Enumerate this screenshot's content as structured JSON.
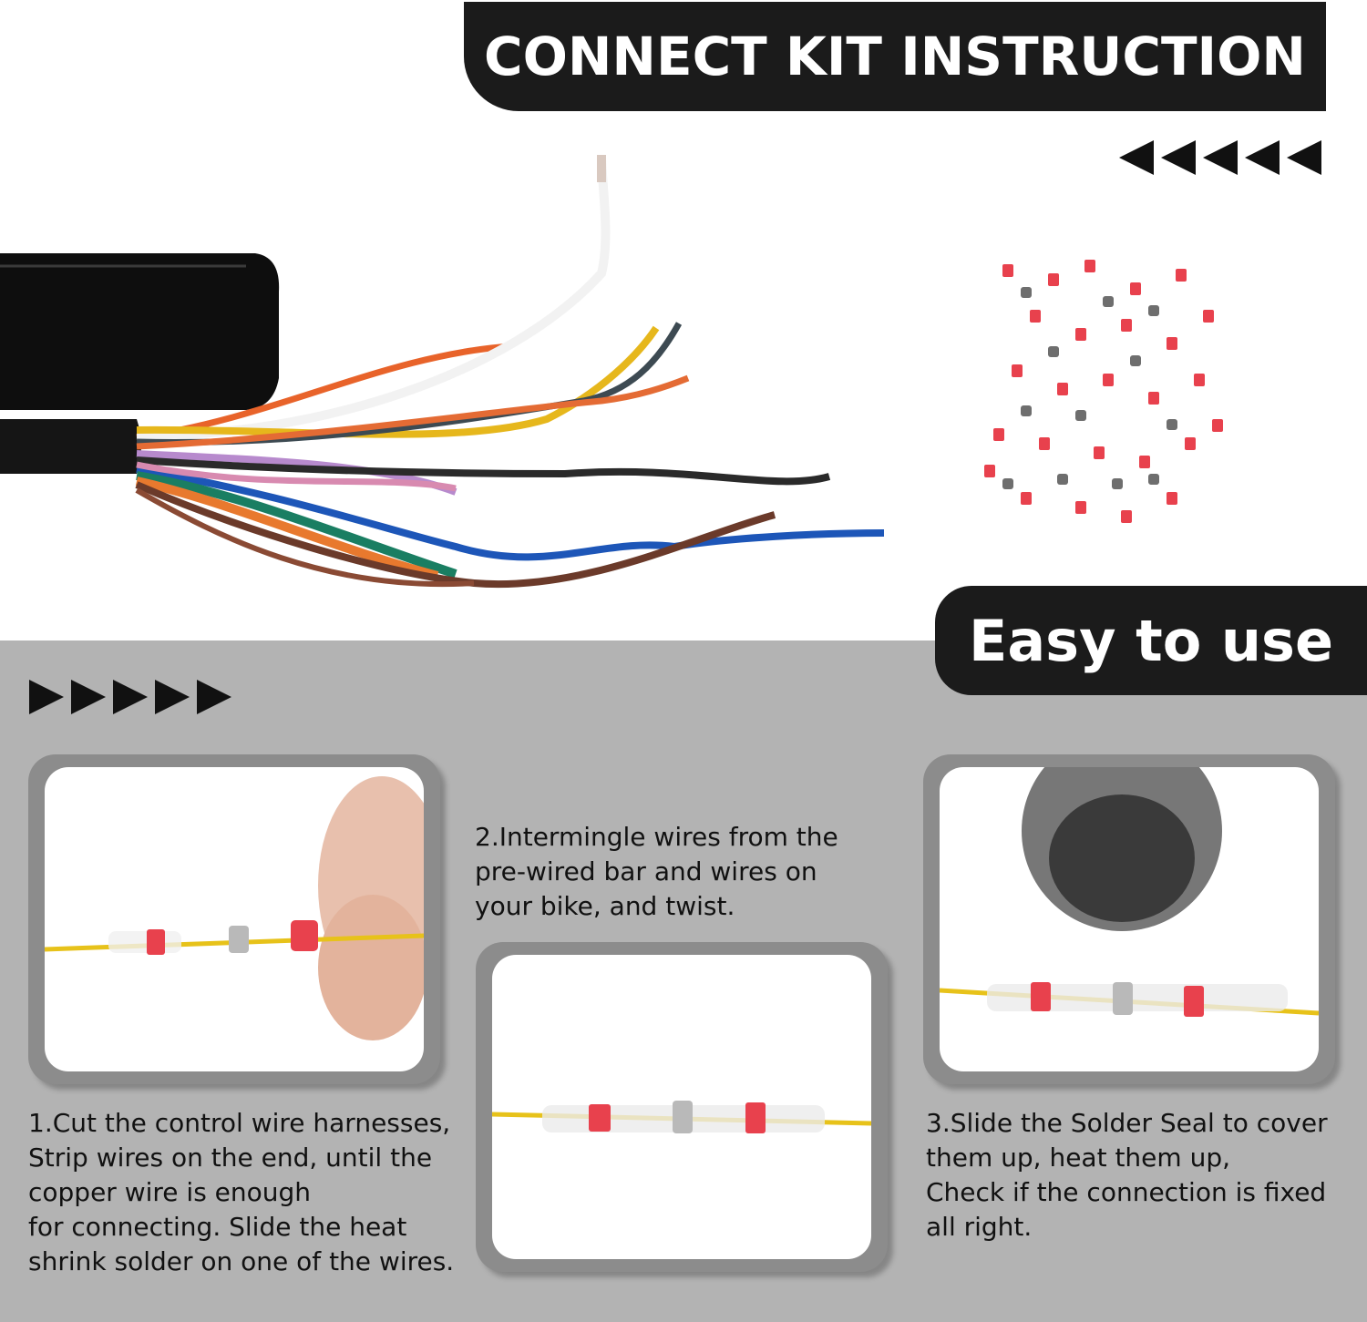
{
  "header": {
    "title": "CONNECT KIT INSTRUCTION"
  },
  "banner": {
    "easy": "Easy to use"
  },
  "arrows": {
    "left_count": 5,
    "right_count": 5
  },
  "steps": [
    {
      "text": "1.Cut the control wire harnesses,\nStrip wires on the end, until the\ncopper wire is enough\nfor connecting. Slide the heat\nshrink solder on one of the wires."
    },
    {
      "text": "2.Intermingle wires from the\npre-wired bar and wires on\nyour bike, and twist."
    },
    {
      "text": "3.Slide the Solder Seal to cover\nthem up, heat them up,\nCheck if the connection is fixed\nall right."
    }
  ],
  "colors": {
    "banner": "#1b1b1b",
    "gray_panel": "#b3b3b3",
    "card_border": "#8c8c8c",
    "connector_red": "#e8414d",
    "wire_yellow": "#e7c21a"
  }
}
